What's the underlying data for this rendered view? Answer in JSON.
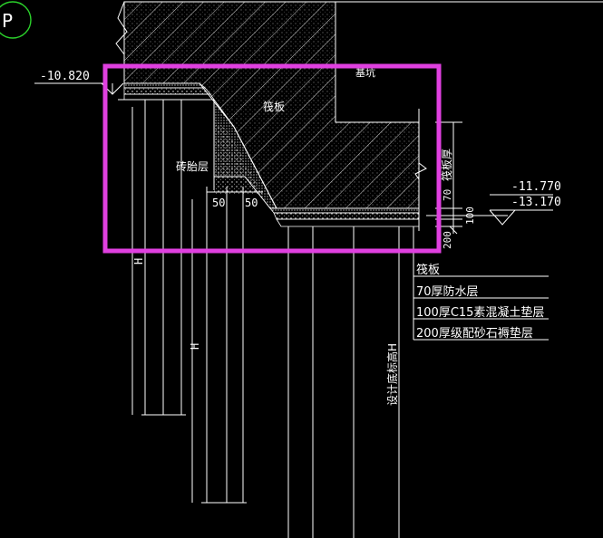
{
  "drawing": {
    "grid_marker": "P",
    "elevations": {
      "top_left": "-10.820",
      "right_upper": "-11.770",
      "right_lower": "-13.170"
    },
    "labels": {
      "raft_inside": "筏板",
      "foundation_pit": "基坑",
      "cushion_layer": "砖胎层",
      "raft_thickness": "筏板厚",
      "design_elevation": "设计底标高H"
    },
    "dimensions": {
      "dim_50_a": "50",
      "dim_50_b": "50",
      "dim_70": "70",
      "dim_100": "100",
      "dim_200": "200",
      "dim_h_left": "H",
      "dim_h_mid": "H"
    },
    "legend": [
      "筏板",
      "70厚防水层",
      "100厚C15素混凝土垫层",
      "200厚级配砂石褥垫层"
    ],
    "colors": {
      "background": "#000000",
      "line": "#ffffff",
      "highlight": "#e040e0",
      "marker": "#2bd12b"
    }
  }
}
